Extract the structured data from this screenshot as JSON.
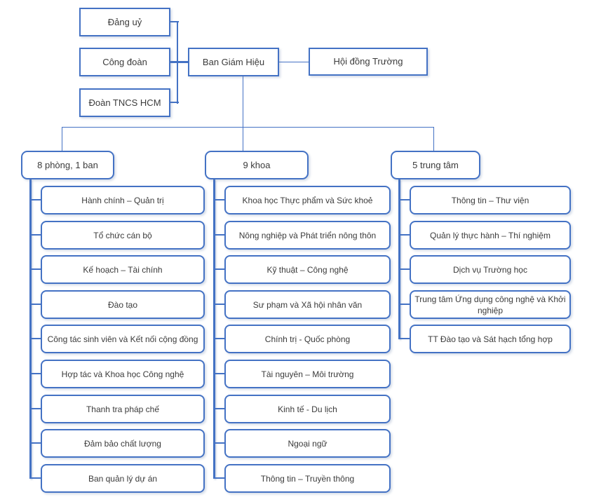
{
  "diagram": {
    "type": "org-chart",
    "colors": {
      "box_border": "#4472C4",
      "connector": "#4472C4",
      "text": "#3b3b3b",
      "background": "#ffffff"
    },
    "top": {
      "dang_uy": "Đảng uỷ",
      "cong_doan": "Công đoàn",
      "doan_tncs": "Đoàn TNCS HCM",
      "ban_giam_hieu": "Ban Giám Hiệu",
      "hoi_dong_truong": "Hội đồng Trường"
    },
    "groups": [
      {
        "header": "8 phòng, 1 ban",
        "items": [
          "Hành chính – Quản trị",
          "Tổ chức cán bộ",
          "Kế hoạch – Tài chính",
          "Đào tạo",
          "Công tác sinh viên và Kết nối cộng đồng",
          "Hợp tác và Khoa học Công nghệ",
          "Thanh tra pháp chế",
          "Đảm bảo chất lượng",
          "Ban quản lý dự án"
        ]
      },
      {
        "header": "9 khoa",
        "items": [
          "Khoa học Thực phẩm và Sức khoẻ",
          "Nông nghiệp và Phát triển nông thôn",
          "Kỹ thuật – Công nghệ",
          "Sư phạm và Xã hội nhân văn",
          "Chính trị - Quốc phòng",
          "Tài nguyên – Môi trường",
          "Kinh tế - Du lịch",
          "Ngoại ngữ",
          "Thông tin – Truyền thông"
        ]
      },
      {
        "header": "5 trung tâm",
        "items": [
          "Thông tin – Thư viện",
          "Quản lý thực hành – Thí nghiệm",
          "Dịch vụ Trường học",
          "Trung tâm Ứng dụng công nghệ và Khởi nghiệp",
          "TT Đào tạo và Sát hạch tổng hợp"
        ]
      }
    ]
  }
}
